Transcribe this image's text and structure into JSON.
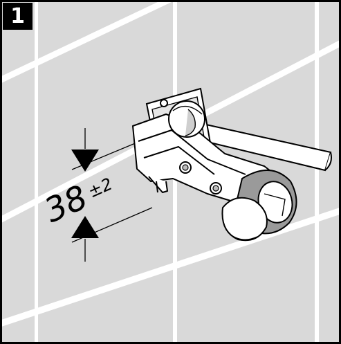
{
  "step": {
    "number": "1"
  },
  "dimension": {
    "value": "38",
    "tolerance": "±2"
  },
  "colors": {
    "line": "#000000",
    "background": "#ffffff",
    "tile": "#d9d9d9",
    "grout": "#ffffff",
    "shade": "#9a9a9a"
  }
}
